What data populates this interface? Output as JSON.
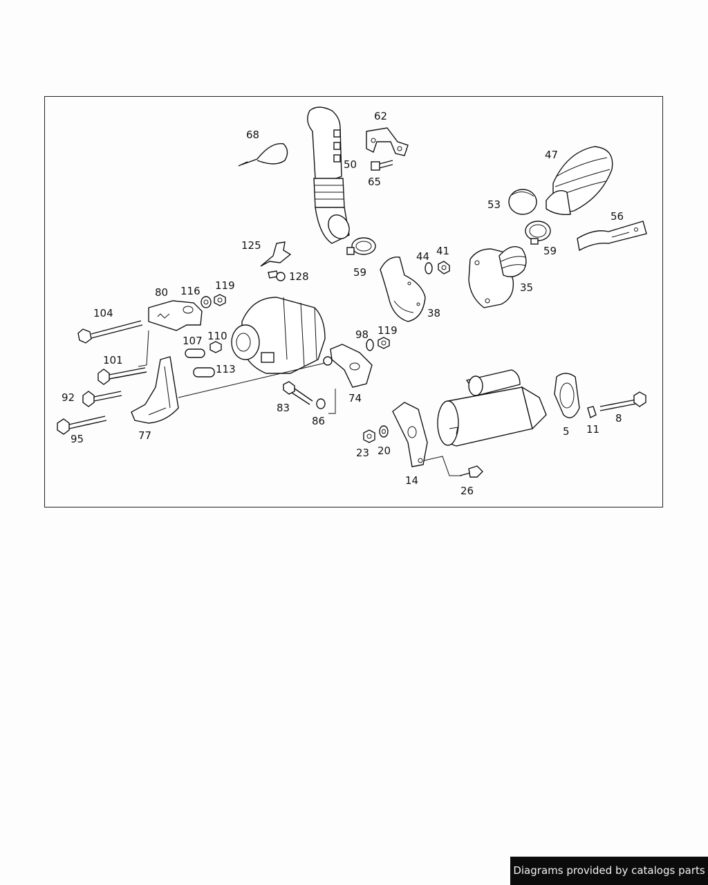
{
  "footer": {
    "text": "Diagrams provided by catalogs parts"
  },
  "labels": [
    "68",
    "62",
    "50",
    "65",
    "47",
    "53",
    "56",
    "59",
    "59",
    "125",
    "128",
    "44",
    "41",
    "35",
    "38",
    "80",
    "116",
    "119",
    "104",
    "107",
    "110",
    "101",
    "113",
    "98",
    "119",
    "92",
    "74",
    "83",
    "86",
    "77",
    "95",
    "23",
    "20",
    "5",
    "11",
    "8",
    "14",
    "26"
  ]
}
